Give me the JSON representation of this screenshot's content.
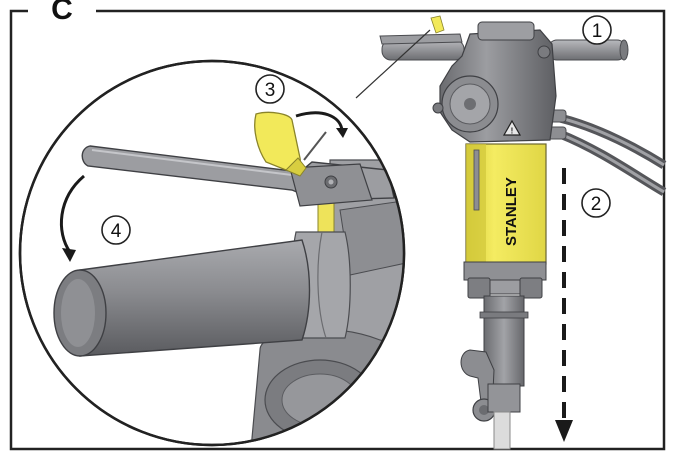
{
  "panel": {
    "letter": "C",
    "callouts": [
      "1",
      "2",
      "3",
      "4"
    ]
  },
  "branding": {
    "wordmark": "STANLEY"
  },
  "colors": {
    "frame": "#222222",
    "body_gray": "#8e8f93",
    "body_dark": "#5d5e62",
    "body_light": "#b3b4b8",
    "yellow": "#f2e95a",
    "arrow": "#1a1a1a"
  }
}
